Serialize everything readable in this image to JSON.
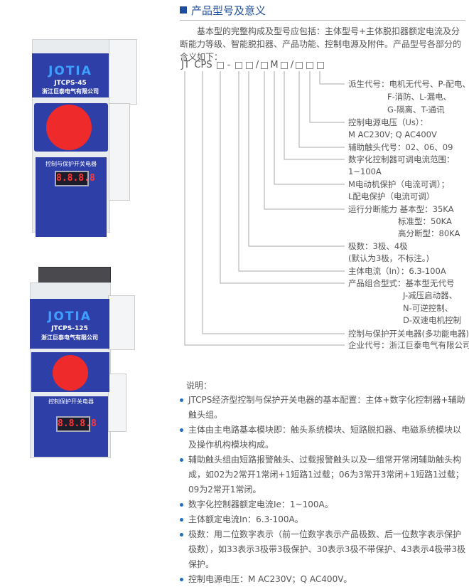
{
  "section_title": "产品型号及意义",
  "intro": "基本型的完整构成及型号应包括：主体型号+主体脱扣器额定电流及分断能力等级、智能脱扣器、产品功能、控制电源及附件。产品型号各部分的含义如下：",
  "model_code": [
    "JT",
    "CPS",
    "□",
    "-",
    "□",
    "□",
    "/",
    "□",
    "M",
    "□",
    "/",
    "□",
    "□",
    "□"
  ],
  "labels": [
    "派生代号：电机无代号、P-配电、",
    "F-消防、L-漏电、",
    "G-隔离、T-通讯",
    "控制电源电压（Us）：",
    "M  AC230V; Q  AC400V",
    "辅助触头代号：02、06、09",
    "数字化控制器可调电流范围：",
    "1~100A",
    "M电动机保护（电流可调）；",
    "L配电保护（电流可调）",
    "运行分断能力  基本型：35KA",
    "标准型：50KA",
    "高分断型：80KA",
    "极数：3极、4极",
    "(默认为3极，不标注。)",
    "主体电流（In）：6.3-100A",
    "产品组合型式：基本型无代号",
    "J-减压启动器、",
    "N-可逆控制、",
    "D-双速电机控制",
    "控制与保护开关电器(多功能电器)",
    "企业代号：浙江巨泰电气有限公司"
  ],
  "notes_heading": "说明：",
  "notes": [
    "JTCPS经济型控制与保护开关电器的基本配置：主体+数字化控制器+辅助触头组。",
    "主体由主电路基本模块即：触头系统模块、短路脱扣器、电磁系统模块以及操作机构模块构成。",
    "辅助触头组由短路报警触头、过载报警触头以及一组常开常闭辅助触头构成，如02为2常开1常闭+1短路1过载；06为3常开3常闭+1短路1过载；09为2常开1常闭。",
    "数字化控制器额定电流Ie：1~100A。",
    "主体额定电流In：6.3-100A。",
    "极数：用二位数字表示（前一位数字表示产品极数、后一位数字表示保护极数），如33表示3极带3极保护、30表示3极不带保护、43表示4极带3极保护。",
    "控制电源电压：M  AC230V；Q  AC400V。"
  ],
  "products": [
    {
      "brand": "JOTIA",
      "model": "JTCPS-45",
      "company": "浙江巨泰电气有限公司",
      "panel_title": "控制与保护开关电器",
      "display": "8.8.8.8"
    },
    {
      "brand": "JOTIA",
      "model": "JTCPS-125",
      "company": "浙江巨泰电气有限公司",
      "panel_title": "控制保护开关电器",
      "display": "8.8.8.8"
    }
  ],
  "colors": {
    "accent": "#1f4e9c",
    "panel_blue": "#2f3fa8",
    "knob_red": "#ef2a2a"
  }
}
